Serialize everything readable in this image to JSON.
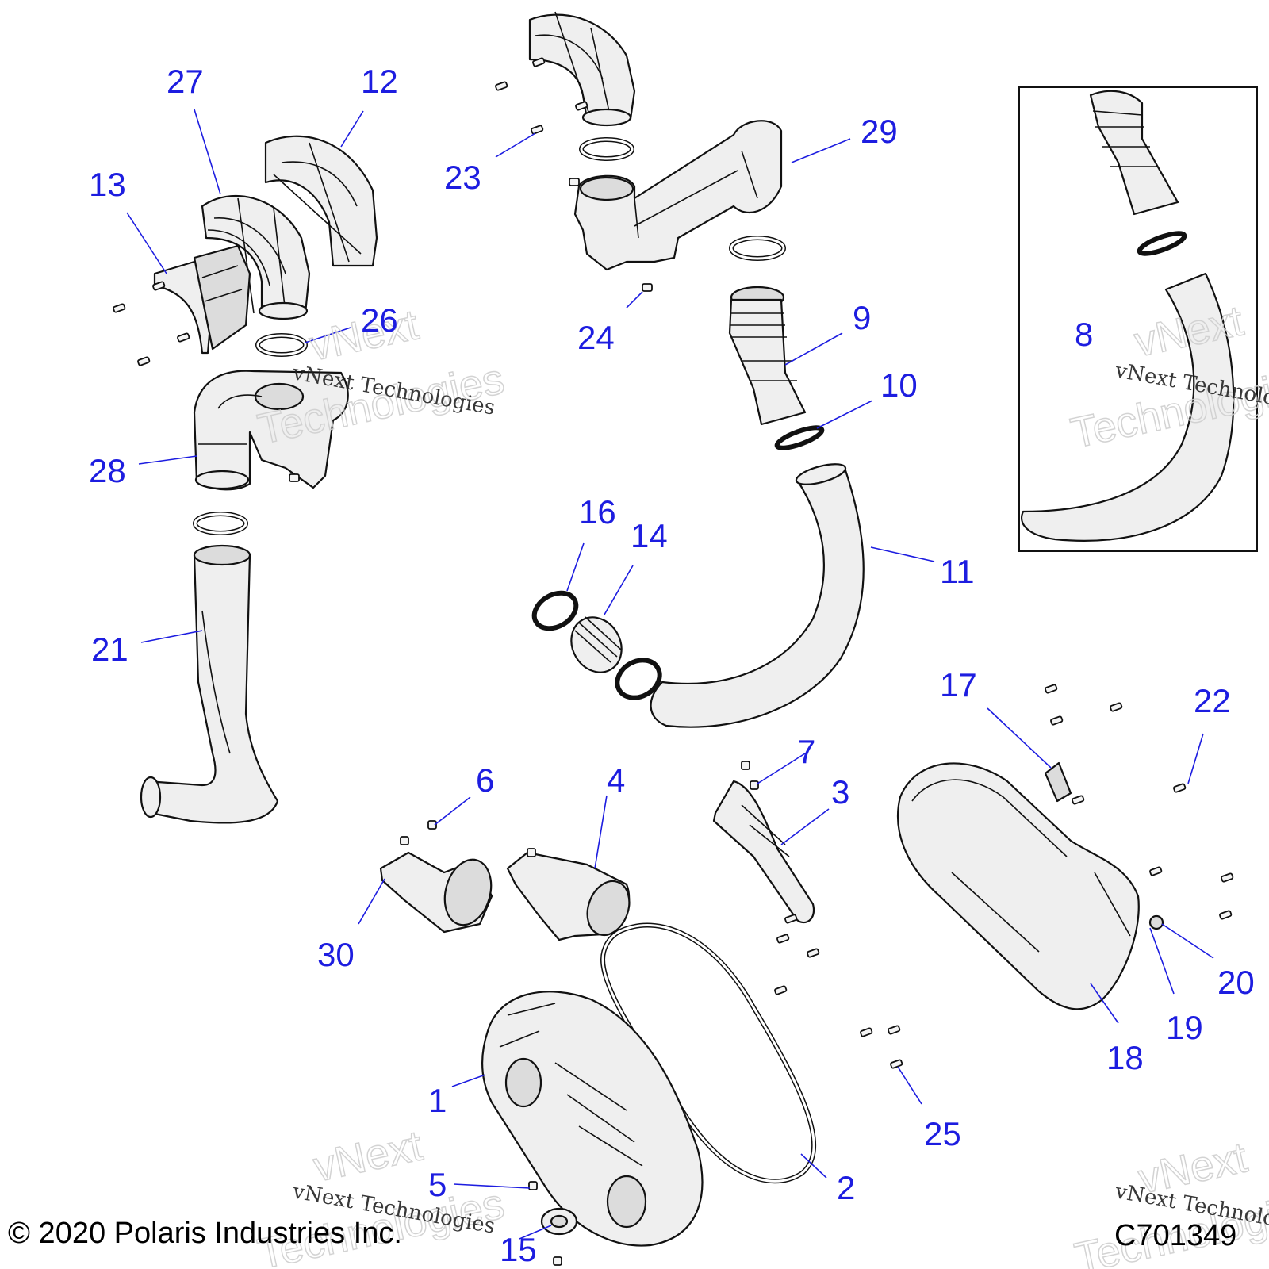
{
  "callouts": {
    "c1": "1",
    "c2": "2",
    "c3": "3",
    "c4": "4",
    "c5": "5",
    "c6": "6",
    "c7": "7",
    "c8": "8",
    "c9": "9",
    "c10": "10",
    "c11": "11",
    "c12": "12",
    "c13": "13",
    "c14": "14",
    "c15": "15",
    "c16": "16",
    "c17": "17",
    "c18": "18",
    "c19": "19",
    "c20": "20",
    "c21": "21",
    "c22": "22",
    "c23": "23",
    "c24": "24",
    "c25": "25",
    "c26": "26",
    "c27": "27",
    "c28": "28",
    "c29": "29",
    "c30": "30"
  },
  "watermark": {
    "line": "vNext Technologies",
    "word1": "vNext",
    "word2": "Technologies"
  },
  "footer": {
    "copyright": "© 2020 Polaris Industries Inc.",
    "figure_id": "C701349"
  },
  "colors": {
    "callout": "#1d1de0",
    "outline": "#111111",
    "fill": "#efefef"
  }
}
